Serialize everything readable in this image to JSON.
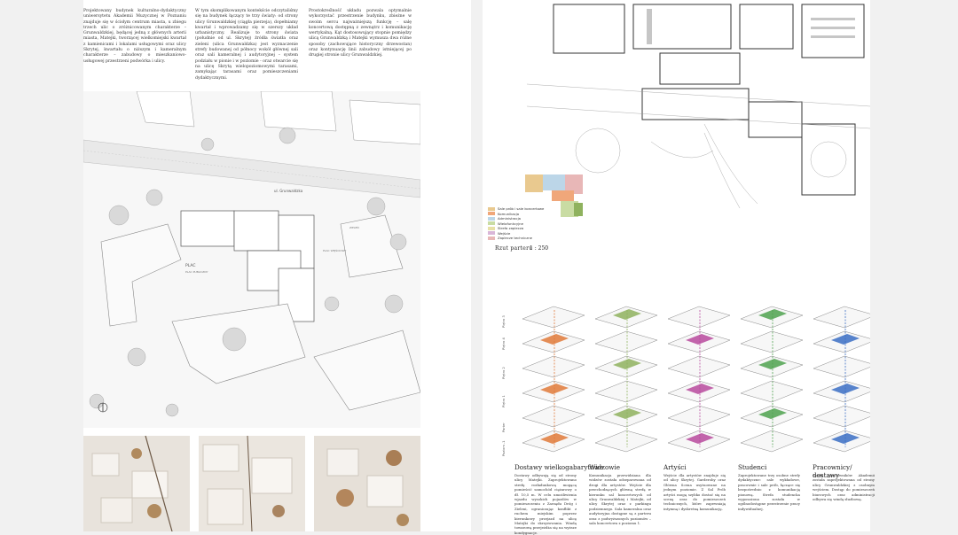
{
  "intro": {
    "col1": "Projektowany budynek kulturalno-dydaktyczny uniwersytetu Akademii Muzycznej w Poznaniu znajduje się w ścisłym centrum miasta, u zbiegu trzech ulic o zróżnicowanym charakterze – Grunwaldzkiej, będącej jedną z głównych arterii miasta, Matejki, tworzącej wielkomiejski kwartał z kamienicami i lokalami usługowymi oraz ulicy Skrytej, kwartału o niższym i kameralnym charakterze – zabudowy o mieszkaniowo-usługowej przestrzeni podwórka i ulicy.",
    "col2": "W tym skomplikowanym kontekście odczytaliśmy się na budynek łączący te trzy światy: od strony ulicy Grunwaldzkiej (ciągła pierzeja), dopełniamy kwartał i wprowadzamy się w szerszy układ urbanistyczny. Realizuje to strony świata (południe od ul. Skrytej) źródła światła oraz zieleni (ulica Grunwaldzka) jest wyznaczenie strefy budowanej od północy wokół głównej sali oraz sali kameralnej i audytoryjnej – system podziału w pionie i w poziomie - oraz otwarcie się na ulicę Skrytą wielopoziomowymi tarasami, zamykając tarasami oraz pomieszczeniami dydaktycznymi.",
    "col3": "Prostokreślność układu pozwala optymalnie wykorzystać przestrzenie budynku, zbieżne w swoim sercu najważniejszą funkcję – salę koncertową dostępną z zewnątrz i komunikację wertykalną. Kąt dostosowujący stopnie pomiędzy ulicą Grunwaldzką i Matejki wymusza dwa różne sposoby (zachowujące historyczny drzewostan) oraz kontynuację linii zabudowy istniejącej po drugiej stronie ulicy Grunwaldzkiej."
  },
  "sitemap": {
    "street_top": "ul. Grunwaldzka",
    "square_label": "PLAC",
    "sublabels": [
      "PLAC PUBLICZNY",
      "PLAC WEJŚCIOWY",
      "ZIELEŃ"
    ]
  },
  "legend": {
    "items": [
      {
        "label": "Sale prób i sale koncertowe",
        "color": "#e9c98f"
      },
      {
        "label": "Komunikacja",
        "color": "#f0a77a"
      },
      {
        "label": "Administracja",
        "color": "#bcd6e8"
      },
      {
        "label": "Wielofunkcyjne",
        "color": "#c9dca3"
      },
      {
        "label": "Strefa zaplecza",
        "color": "#e7e0a6"
      },
      {
        "label": "Wejście",
        "color": "#d9b6d8"
      },
      {
        "label": "Zaplecze techniczne",
        "color": "#e8b7b7"
      }
    ]
  },
  "plan": {
    "title": "Rzut parteru",
    "scale": "1 : 250"
  },
  "floors": [
    "Piętro 3",
    "Piętro 4",
    "Piętro 2",
    "Piętro 1",
    "Parter",
    "Poziom -1"
  ],
  "flows": [
    {
      "title": "Dostawy wielkogabarytowe",
      "text": "Dostawy odbywają się od strony ulicy Matejki. Zaprojektowano strefę rozładunkową mogącą pomieścić samochód ciężarowy o dł. 10,5 m. W celu umożliwienia wjazdu wysokich pojazdów w pomieszczeniu z Zarządu Dróg i Zieleni, ograniczając konflikt z ruchem miejskim poprzez kierunkowy przejazd na ulicę Matejki do skrzyżowania. Windą towarową przejeżdża się na wyższe kondygnacje.",
      "color": "#e07a3a"
    },
    {
      "title": "Widzowie",
      "text": "Komunikacja przewidziana dla widzów została odseparowana od drogi dla artystów. Wejście dla przechodzących główną strefą w kierunku sal koncertowych od ulicy Grunwaldzkiej i Matejki, od ulicy Skrytej oraz z parkingu podziemnego. Sala kameralna oraz audytoryjna dostępne są z parteru oraz z podwyższonych poziomów – sala koncertowa z poziomu 1.",
      "color": "#8fb25e"
    },
    {
      "title": "Artyści",
      "text": "Wejście dla artystów znajduje się od ulicy Skrytej. Garderoby oraz Główna Scena usytuowane na jednym poziomie. Z Sal Prób artyści mogą szybko dostać się na scenę oraz do pomieszczeń technicznych, które zapewniają intymną i dyskretną komunikację.",
      "color": "#b84a9e"
    },
    {
      "title": "Studenci",
      "text": "Zaprojektowane trzy osobne strefy dydaktyczne: sale wykładowe, pracownie i sale prób, łączące się bezpośrednio z komunikacją pionową. Strefa studencka wyposażona została w ogólnodostępne przestrzenie pracy indywidualnej.",
      "color": "#4fa24f"
    },
    {
      "title": "Pracownicy/ dostawy",
      "text": "Strefa pracowników Akademii została zaprojektowana od strony ulicy Grunwaldzkiej z osobnym wejściem. Dostęp do pomieszczeń biurowych oraz administracji odbywa się windą służbową.",
      "color": "#3b6fc4"
    }
  ]
}
